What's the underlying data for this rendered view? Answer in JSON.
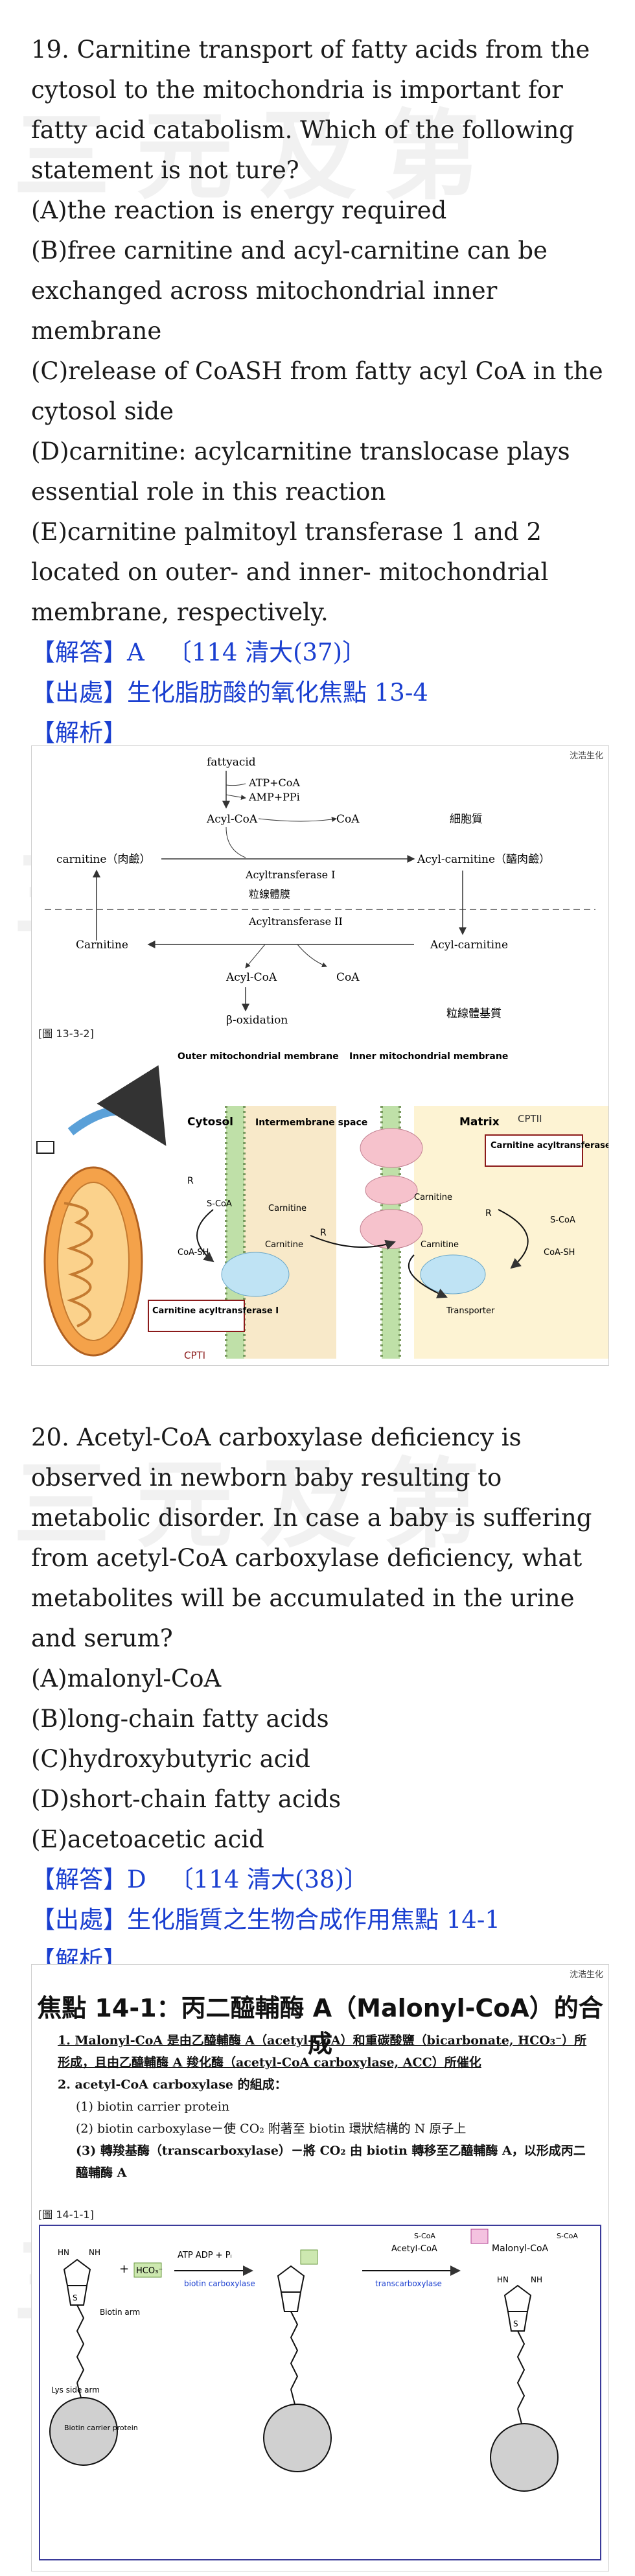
{
  "watermark": "三元及第",
  "q19": {
    "question": "19. Carnitine transport of fatty acids from the cytosol to the mitochondria is important for fatty acid catabolism. Which of the following statement is not ture?",
    "options": [
      "(A)the reaction is energy required",
      "(B)free carnitine and acyl-carnitine can be exchanged across mitochondrial inner membrane",
      "(C)release of CoASH from fatty acyl CoA in the cytosol side",
      "(D)carnitine: acylcarnitine translocase plays essential role in this reaction",
      "(E)carnitine palmitoyl transferase 1 and 2 located on outer- and inner- mitochondrial membrane, respectively."
    ],
    "answer_label": "【解答】A",
    "answer_source": "〔114 清大(37)〕",
    "origin": "【出處】生化脂肪酸的氧化焦點 13-4",
    "analysis": "【解析】"
  },
  "fig1": {
    "credit": "沈浩生化",
    "label": "[圖 13-3-2]",
    "diagram": {
      "fattyacid": "fattyacid",
      "atp": "ATP+CoA",
      "amp": "AMP+PPi",
      "acylcoa": "Acyl-CoA",
      "coa": "CoA",
      "cytoplasm": "細胞質",
      "carnitine_cn": "carnitine（肉鹼）",
      "acyltransferase1": "Acyltransferase I",
      "acylcarnitine_cn": "Acyl-carnitine（醯肉鹼）",
      "inner_membrane": "粒線體膜",
      "carnitine": "Carnitine",
      "acyltransferase2": "Acyltransferase II",
      "acylcarnitine": "Acyl-carnitine",
      "acylcoa2": "Acyl-CoA",
      "coa2": "CoA",
      "boxidation": "β-oxidation",
      "matrix_cn": "粒線體基質"
    },
    "illustration": {
      "outer_membrane": "Outer mitochondrial membrane",
      "inner_membrane": "Inner mitochondrial membrane",
      "cytosol": "Cytosol",
      "intermembrane": "Intermembrane space",
      "matrix": "Matrix",
      "cptii": "CPTII",
      "cpt2_box": "Carnitine acyltransferase II",
      "cpt1_box": "Carnitine acyltransferase I",
      "cpti": "CPTI",
      "scoa": "S-CoA",
      "coash": "CoA-SH",
      "carnitine": "Carnitine",
      "transporter": "Transporter",
      "r": "R"
    }
  },
  "q20": {
    "question": "20. Acetyl-CoA carboxylase deficiency is observed in newborn baby resulting to metabolic disorder. In case a baby is suffering from acetyl-CoA carboxylase deficiency, what metabolites will be accumulated in the urine and serum?",
    "options": [
      "(A)malonyl-CoA",
      "(B)long-chain fatty acids",
      "(C)hydroxybutyric acid",
      "(D)short-chain fatty acids",
      "(E)acetoacetic acid"
    ],
    "answer_label": "【解答】D",
    "answer_source": "〔114 清大(38)〕",
    "origin": "【出處】生化脂質之生物合成作用焦點 14-1",
    "analysis": "【解析】"
  },
  "fig2": {
    "credit": "沈浩生化",
    "title": "焦點 14-1：丙二醯輔酶 A（Malonyl-CoA）的合成",
    "item1": "1. Malonyl-CoA 是由乙醯輔酶 A（acetyl-CoA）和重碳酸鹽（bicarbonate, HCO₃⁻）所形成，且由乙醯輔酶 A 羧化酶（acetyl-CoA carboxylase, ACC）所催化",
    "item2": "2. acetyl-CoA carboxylase 的組成：",
    "sub1": "(1) biotin carrier protein",
    "sub2": "(2) biotin carboxylase－使 CO₂ 附著至 biotin 環狀結構的 N 原子上",
    "sub3": "(3) 轉羧基酶（transcarboxylase）－將 CO₂ 由 biotin 轉移至乙醯輔酶 A，以形成丙二醯輔酶 A",
    "label": "[圖 14-1-1]",
    "scheme": {
      "hco3": "HCO₃⁻",
      "atp_line": "ATP   ADP + Pᵢ",
      "biotin_carboxylase": "biotin carboxylase",
      "acetylcoa": "Acetyl-CoA",
      "transcarboxylase": "transcarboxylase",
      "malonylcoa": "Malonyl-CoA",
      "biotin_arm": "Biotin arm",
      "lys": "Lys side arm",
      "bcp": "Biotin carrier protein",
      "scoa": "S-CoA",
      "nh": "NH",
      "hn": "HN",
      "s": "S",
      "plus": "+"
    }
  }
}
